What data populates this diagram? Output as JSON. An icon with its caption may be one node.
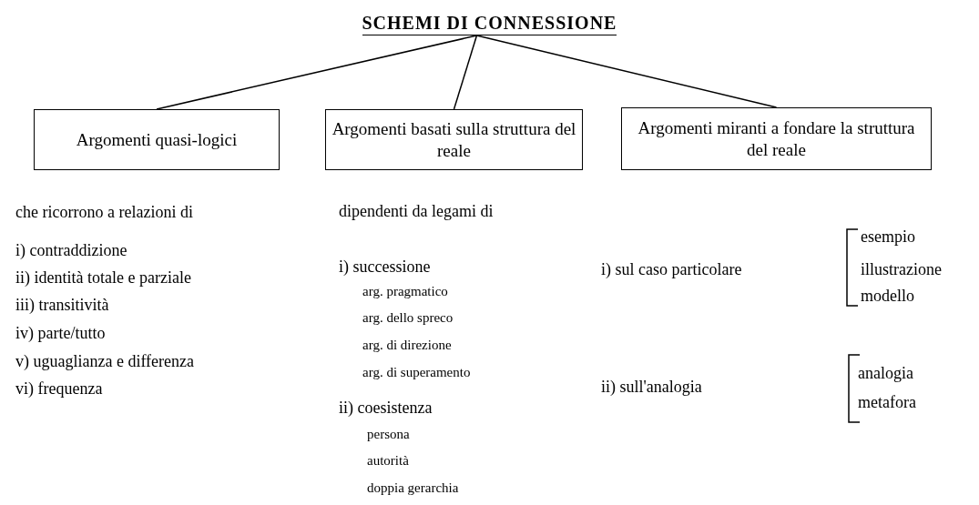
{
  "diagram": {
    "nodes": [
      {
        "text": [
          "SCHEMI DI CONNESSIONE"
        ]
      },
      {
        "text": [
          "Argomenti quasi-logici"
        ]
      },
      {
        "text": [
          "Argomenti basati sulla struttura del reale"
        ]
      },
      {
        "text": [
          "Argomenti miranti a fondare la struttura del reale"
        ]
      }
    ],
    "edges": [
      {
        "from": 0,
        "to": 1,
        "arrow": "none"
      },
      {
        "from": 0,
        "to": 2,
        "arrow": "none"
      },
      {
        "from": 0,
        "to": 3,
        "arrow": "none"
      }
    ],
    "labels": [
      "che ricorrono a relazioni di",
      "i) contraddizione",
      "ii) identità totale e parziale",
      "iii) transitività",
      "iv) parte/tutto",
      "v) uguaglianza e differenza",
      "vi) frequenza",
      "dipendenti da legami di",
      "i) successione",
      "arg. pragmatico",
      "arg. dello spreco",
      "arg. di direzione",
      "arg. di superamento",
      "ii) coesistenza",
      "persona",
      "autorità",
      "doppia gerarchia",
      "i) sul caso particolare",
      "esempio",
      "illustrazione",
      "modello",
      "ii) sull'analogia",
      "analogia",
      "metafora"
    ]
  }
}
